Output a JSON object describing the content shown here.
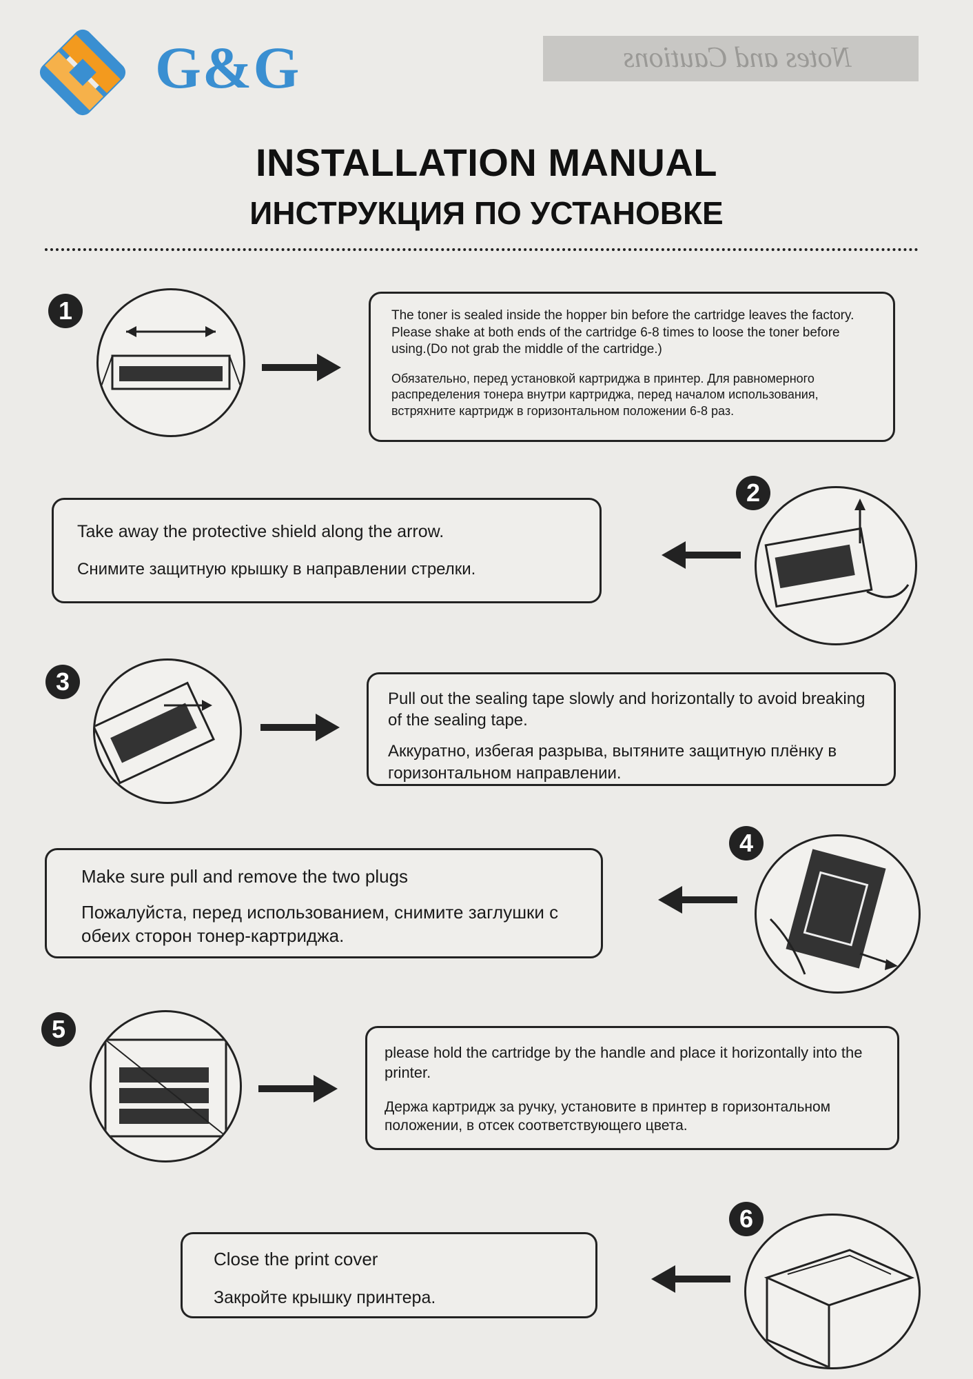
{
  "brand": {
    "name": "G&G",
    "colors": {
      "blue": "#3a8fd1",
      "orange": "#f39a1e"
    }
  },
  "header": {
    "label": "Notes and Cautions"
  },
  "title": {
    "en": "INSTALLATION MANUAL",
    "ru": "ИНСТРУКЦИЯ ПО УСТАНОВКЕ"
  },
  "steps": [
    {
      "number": "1",
      "en": "The toner is sealed inside the hopper bin before the cartridge leaves the factory. Please shake at both ends of the cartridge 6-8 times to loose the toner before using.(Do not grab the middle of the cartridge.)",
      "ru": "Обязательно, перед установкой картриджа в принтер. Для равномерного распределения тонера внутри картриджа, перед началом использования, встряхните картридж в горизонтальном положении 6-8 раз.",
      "illustration": "shake-cartridge",
      "arrow": "right"
    },
    {
      "number": "2",
      "en": "Take away the protective shield along the arrow.",
      "ru": "Снимите защитную крышку в направлении стрелки.",
      "illustration": "remove-shield",
      "arrow": "left"
    },
    {
      "number": "3",
      "en": "Pull out the sealing tape slowly and horizontally to avoid breaking of the sealing tape.",
      "ru": "Аккуратно, избегая разрыва, вытяните защитную плёнку в горизонтальном направлении.",
      "illustration": "pull-tape",
      "arrow": "right"
    },
    {
      "number": "4",
      "en": "Make sure pull and remove the two plugs",
      "ru": "Пожалуйста, перед использованием, снимите заглушки с обеих сторон тонер-картриджа.",
      "illustration": "remove-plugs",
      "arrow": "left"
    },
    {
      "number": "5",
      "en": "please hold the cartridge by the handle and place it horizontally into the printer.",
      "ru": "Держа картридж за ручку, установите в принтер в горизонтальном положении, в отсек соответствующего цвета.",
      "illustration": "insert-cartridge",
      "arrow": "right"
    },
    {
      "number": "6",
      "en": "Close the print cover",
      "ru": "Закройте крышку принтера.",
      "illustration": "close-cover",
      "arrow": "left"
    }
  ]
}
